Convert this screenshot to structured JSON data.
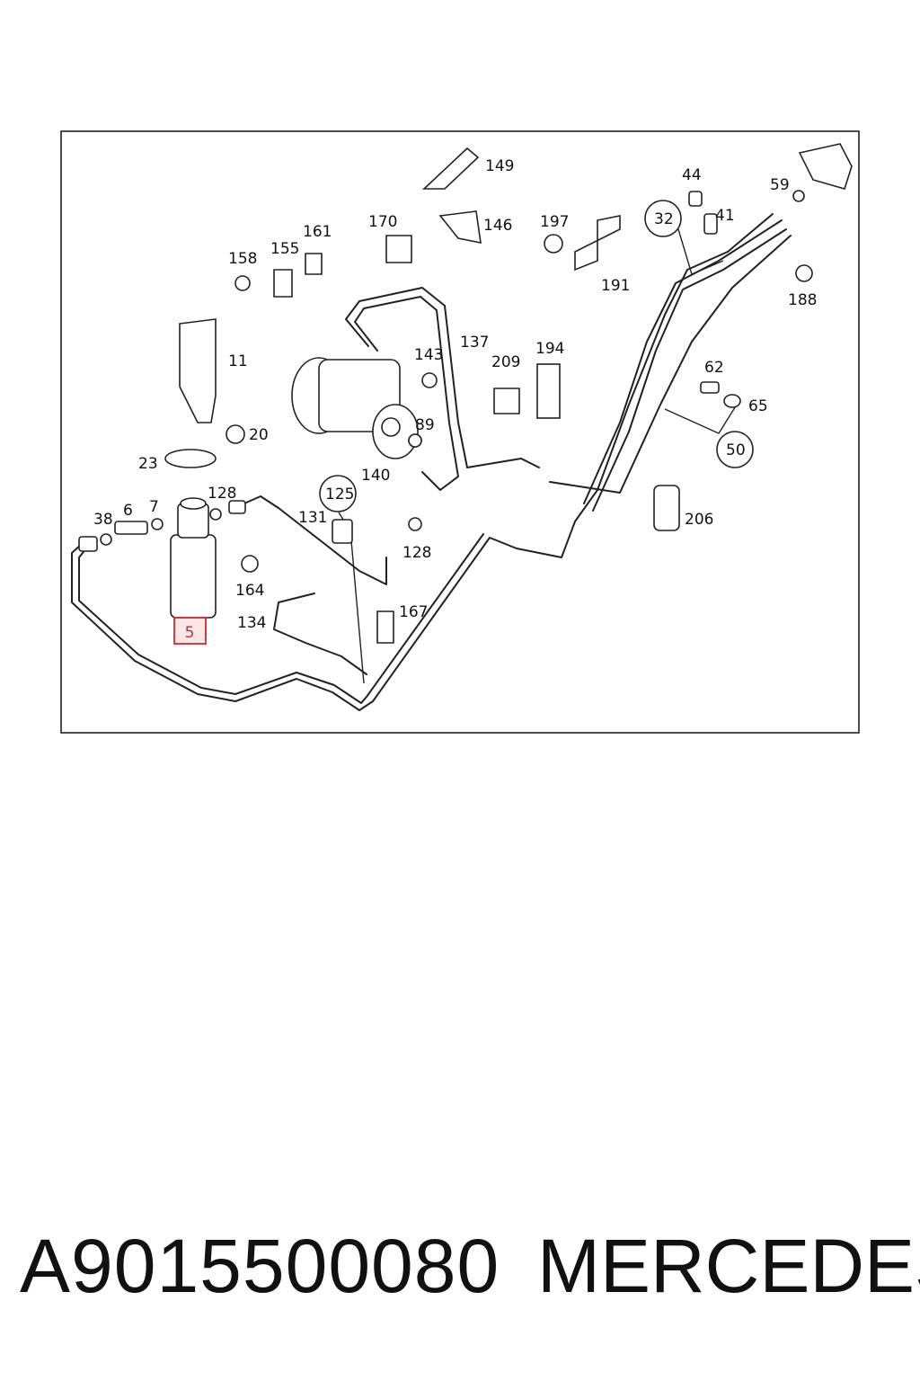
{
  "diagram": {
    "highlighted_part": "5",
    "callouts": [
      "149",
      "146",
      "170",
      "197",
      "44",
      "41",
      "32",
      "59",
      "161",
      "155",
      "158",
      "191",
      "188",
      "11",
      "143",
      "137",
      "209",
      "194",
      "62",
      "65",
      "20",
      "89",
      "50",
      "23",
      "140",
      "128",
      "125",
      "7",
      "6",
      "38",
      "131",
      "206",
      "164",
      "167",
      "134"
    ]
  },
  "footer": {
    "part_number": "A9015500080",
    "brand": "MERCEDES"
  }
}
